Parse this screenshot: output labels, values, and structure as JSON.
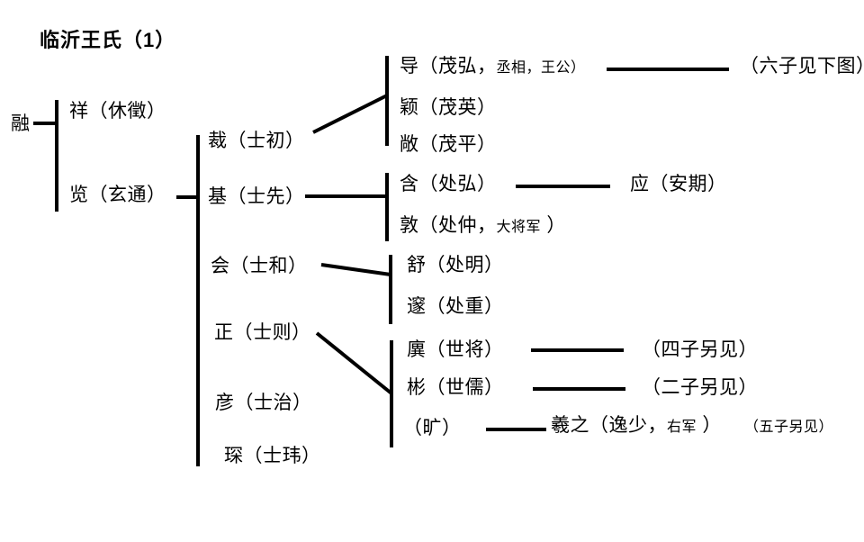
{
  "title": "临沂王氏（1）",
  "colors": {
    "ink": "#000000",
    "background": "#ffffff"
  },
  "nodes": {
    "rong": {
      "label": "融"
    },
    "xiang": {
      "label": "祥（休徵）"
    },
    "lan": {
      "label": "览（玄通）"
    },
    "cai": {
      "label": "裁（士初）"
    },
    "ji": {
      "label": "基（士先）"
    },
    "hui": {
      "label": "会（士和）"
    },
    "zheng": {
      "label": "正（士则）"
    },
    "yan": {
      "label": "彦（士治）"
    },
    "chen": {
      "label": "琛（士玮）"
    },
    "dao": {
      "label": "导（茂弘，",
      "label_small": "丞相，王公）",
      "label_close": "",
      "note": "（六子见下图）"
    },
    "ying": {
      "label": "颖（茂英）"
    },
    "chang": {
      "label": "敞（茂平）"
    },
    "han": {
      "label": "含（处弘）"
    },
    "yingqi": {
      "label": "应（安期）"
    },
    "dun": {
      "label": "敦（处仲，",
      "label_small": "大将军",
      "label_close": "）"
    },
    "shu": {
      "label": "舒（处明）"
    },
    "sui": {
      "label": "邃（处重）"
    },
    "yi": {
      "label": "廙（世将）",
      "note": "（四子另见）"
    },
    "bin": {
      "label": "彬（世儒）",
      "note": "（二子另见）"
    },
    "kuang": {
      "label": "（旷）",
      "note": "（五子另见）"
    },
    "xizhi": {
      "label": "羲之（逸少，",
      "label_small": "右军",
      "label_close": "）"
    }
  }
}
